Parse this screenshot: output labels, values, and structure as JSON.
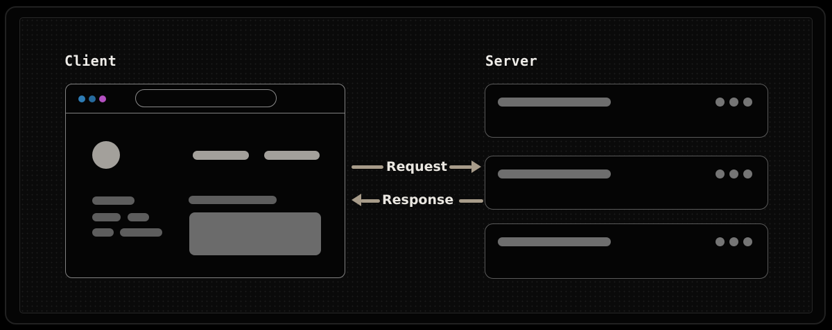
{
  "client": {
    "title": "Client",
    "window": {
      "control_dot_colors": [
        "#2e7cb5",
        "#266a9d",
        "#b450c1"
      ],
      "elements": [
        "window-controls",
        "url-bar",
        "avatar-circle",
        "skeleton-bars",
        "content-block"
      ]
    }
  },
  "server": {
    "title": "Server",
    "node_count": 3,
    "node_icon": "ellipsis-dots-icon"
  },
  "flows": {
    "request": {
      "label": "Request",
      "direction": "right"
    },
    "response": {
      "label": "Response",
      "direction": "left"
    }
  },
  "colors": {
    "background": "#000000",
    "card_border": "#212121",
    "panel_background": "#0a0a0a",
    "dot_grid": "#1c1c1c",
    "window_stroke": "#828282",
    "server_stroke": "#5a5a5a",
    "wireframe_light": "#a3a09b",
    "wireframe_mid": "#6b6b6b",
    "wireframe_dark": "#5d5d5d",
    "arrow": "#a89c8a",
    "label_text": "#eae7e1",
    "heading_text": "#efede9"
  }
}
